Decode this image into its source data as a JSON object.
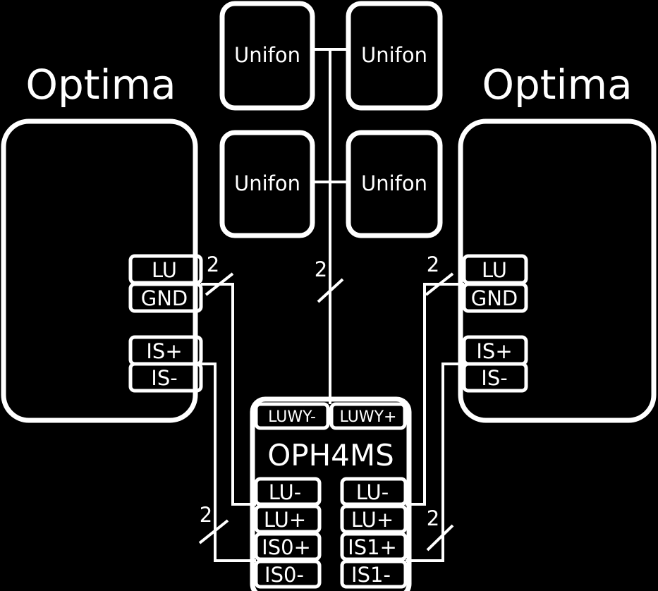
{
  "left_device": {
    "title": "Optima",
    "pins": [
      "LU",
      "GND",
      "IS+",
      "IS-"
    ]
  },
  "right_device": {
    "title": "Optima",
    "pins": [
      "LU",
      "GND",
      "IS+",
      "IS-"
    ]
  },
  "unifons": [
    "Unifon",
    "Unifon",
    "Unifon",
    "Unifon"
  ],
  "module": {
    "title": "OPH4MS",
    "top_pins": [
      "LUWY-",
      "LUWY+"
    ],
    "left_pins": [
      "LU-",
      "LU+",
      "IS0+",
      "IS0-"
    ],
    "right_pins": [
      "LU-",
      "LU+",
      "IS1+",
      "IS1-"
    ]
  },
  "wire_counts": {
    "left_lu": "2",
    "right_lu": "2",
    "unifon_bus": "2",
    "left_is": "2",
    "right_is": "2"
  },
  "colors": {
    "background": "#000000",
    "stroke": "#ffffff"
  }
}
